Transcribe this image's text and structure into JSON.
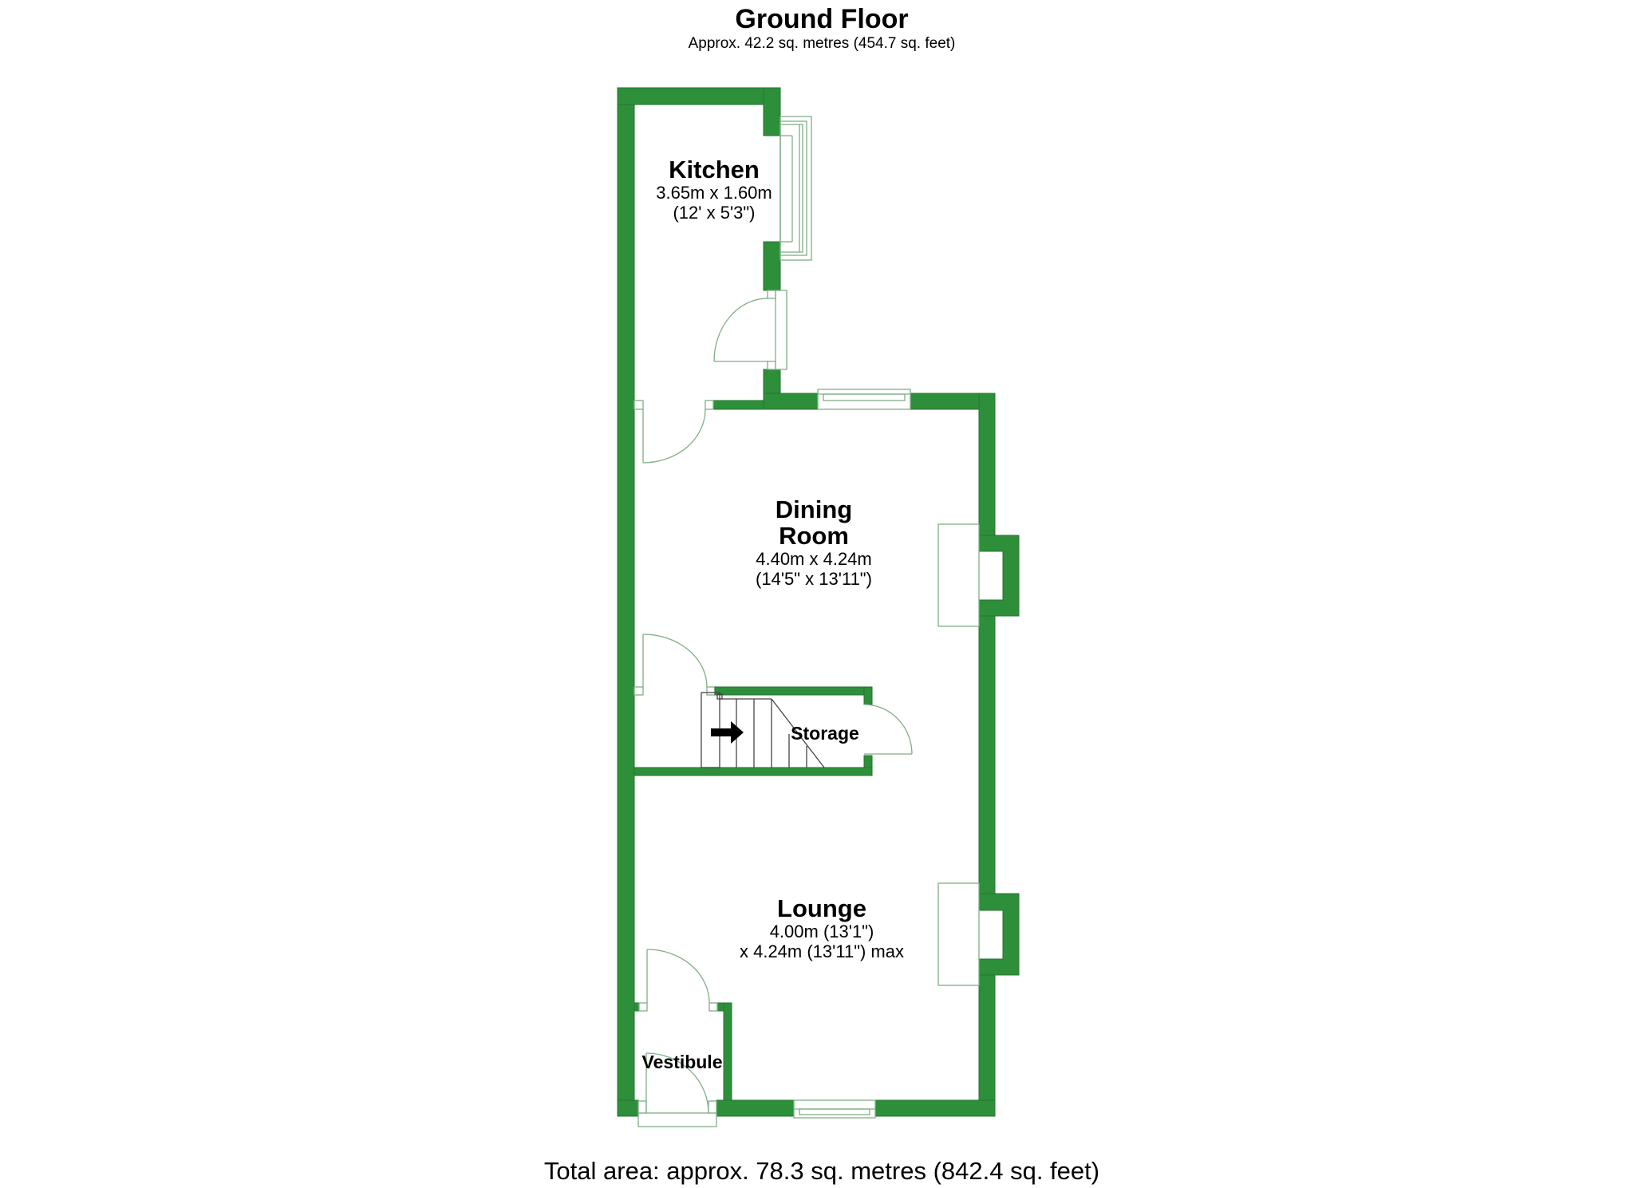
{
  "header": {
    "title": "Ground Floor",
    "subtitle": "Approx. 42.2 sq. metres (454.7 sq. feet)"
  },
  "rooms": {
    "kitchen": {
      "name": "Kitchen",
      "dim_metric": "3.65m x 1.60m",
      "dim_imperial": "(12' x 5'3\")"
    },
    "dining": {
      "name_line1": "Dining",
      "name_line2": "Room",
      "dim_metric": "4.40m x 4.24m",
      "dim_imperial": "(14'5\" x 13'11\")"
    },
    "storage": {
      "name": "Storage"
    },
    "lounge": {
      "name": "Lounge",
      "dim_line1": "4.00m (13'1\")",
      "dim_line2": "x 4.24m (13'11\") max"
    },
    "vestibule": {
      "name": "Vestibule"
    }
  },
  "footer": {
    "total": "Total area: approx. 78.3 sq. metres (842.4 sq. feet)"
  },
  "colors": {
    "wall": "#2e8f3a",
    "fixture_line": "#7fae85",
    "text": "#000000"
  },
  "icons": {
    "stairs_direction": "arrow-right-icon"
  }
}
